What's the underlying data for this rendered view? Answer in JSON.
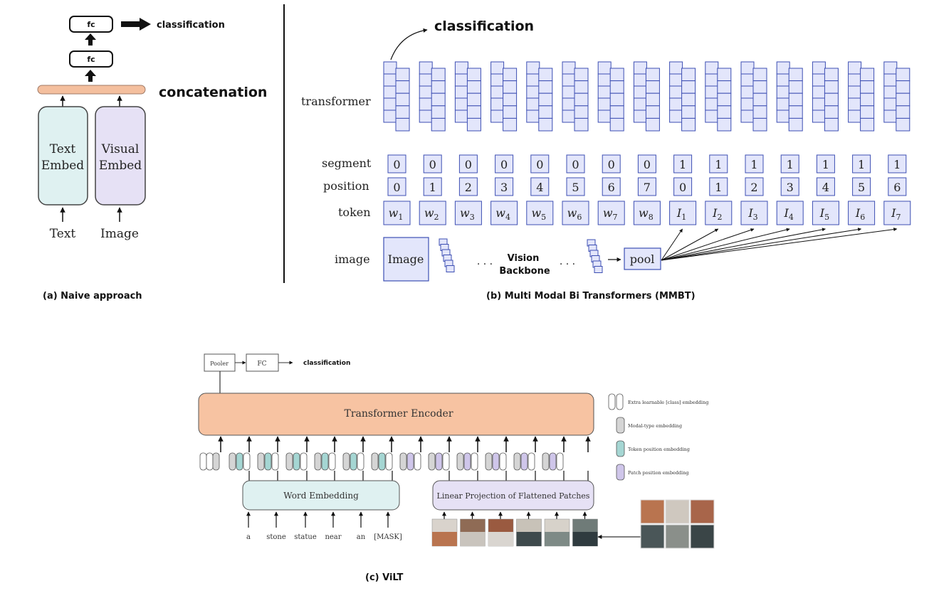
{
  "naive": {
    "fc_top": "fc",
    "fc_bottom": "fc",
    "classification": "classification",
    "concatenation": "concatenation",
    "text_embed_line1": "Text",
    "text_embed_line2": "Embed",
    "visual_embed_line1": "Visual",
    "visual_embed_line2": "Embed",
    "input_text": "Text",
    "input_image": "Image",
    "caption": "(a) Naive approach"
  },
  "mmbt": {
    "classification": "classification",
    "row_labels": {
      "transformer": "transformer",
      "segment": "segment",
      "position": "position",
      "token": "token",
      "image": "image"
    },
    "columns": [
      {
        "segment": "0",
        "position": "0",
        "token": "w",
        "sub": "1"
      },
      {
        "segment": "0",
        "position": "1",
        "token": "w",
        "sub": "2"
      },
      {
        "segment": "0",
        "position": "2",
        "token": "w",
        "sub": "3"
      },
      {
        "segment": "0",
        "position": "3",
        "token": "w",
        "sub": "4"
      },
      {
        "segment": "0",
        "position": "4",
        "token": "w",
        "sub": "5"
      },
      {
        "segment": "0",
        "position": "5",
        "token": "w",
        "sub": "6"
      },
      {
        "segment": "0",
        "position": "6",
        "token": "w",
        "sub": "7"
      },
      {
        "segment": "0",
        "position": "7",
        "token": "w",
        "sub": "8"
      },
      {
        "segment": "1",
        "position": "0",
        "token": "I",
        "sub": "1"
      },
      {
        "segment": "1",
        "position": "1",
        "token": "I",
        "sub": "2"
      },
      {
        "segment": "1",
        "position": "2",
        "token": "I",
        "sub": "3"
      },
      {
        "segment": "1",
        "position": "3",
        "token": "I",
        "sub": "4"
      },
      {
        "segment": "1",
        "position": "4",
        "token": "I",
        "sub": "5"
      },
      {
        "segment": "1",
        "position": "5",
        "token": "I",
        "sub": "6"
      },
      {
        "segment": "1",
        "position": "6",
        "token": "I",
        "sub": "7"
      }
    ],
    "image_box": "Image",
    "dots_left": ". . .",
    "backbone_line1": "Vision",
    "backbone_line2": "Backbone",
    "dots_right": ". . .",
    "pool": "pool",
    "caption": "(b) Multi Modal Bi Transformers (MMBT)"
  },
  "vilt": {
    "pooler": "Pooler",
    "fc": "FC",
    "classification": "classification",
    "encoder": "Transformer Encoder",
    "word_embedding": "Word Embedding",
    "linear_projection": "Linear Projection of Flattened Patches",
    "words": [
      "a",
      "stone",
      "statue",
      "near",
      "an",
      "[MASK]"
    ],
    "legend": [
      "Extra learnable [class] embedding",
      "Modal-type embedding",
      "Token position embedding",
      "Patch position embedding"
    ],
    "caption": "(c) ViLT"
  },
  "colors": {
    "text_embed": "#dff1f1",
    "visual_embed": "#e6e1f5",
    "concat_bar": "#f4bf9e",
    "cell_fill": "#e3e6fb",
    "cell_stroke": "#3d4fb3",
    "encoder": "#f7c3a2",
    "teal": "#a5d6d3",
    "lavender": "#cfc6ea",
    "grey_token": "#d5d5d5"
  }
}
